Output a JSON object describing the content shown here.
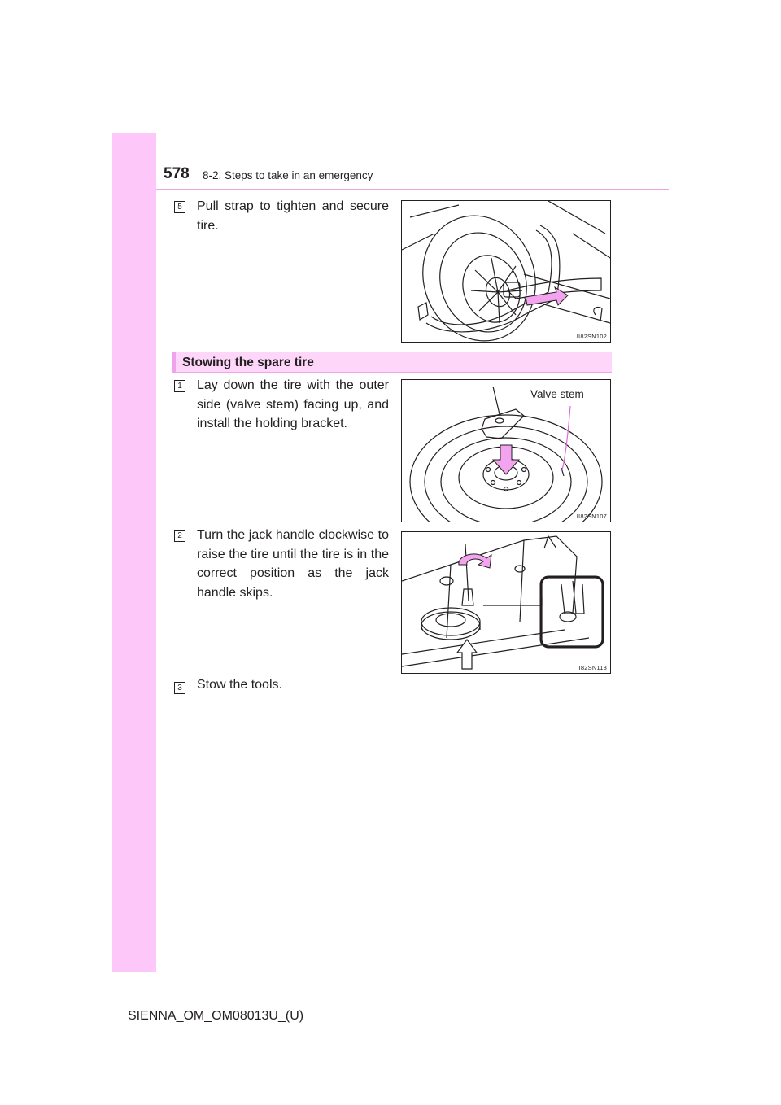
{
  "header": {
    "page_number": "578",
    "section": "8-2. Steps to take in an emergency"
  },
  "steps_top": [
    {
      "number": "5",
      "text": "Pull strap to tighten and secure tire.",
      "figure_code": "II82SN102"
    }
  ],
  "stowing": {
    "title": "Stowing the spare tire",
    "steps": [
      {
        "number": "1",
        "text": "Lay down the tire with the outer side (valve stem) facing up, and install the holding bracket.",
        "figure_code": "II82SN107",
        "callout": "Valve stem"
      },
      {
        "number": "2",
        "text": "Turn the jack handle clockwise to raise the tire until the tire is in the correct position as the jack handle skips.",
        "figure_code": "II82SN113"
      },
      {
        "number": "3",
        "text": "Stow the tools."
      }
    ]
  },
  "footer": {
    "doc_id": "SIENNA_OM_OM08013U_(U)"
  },
  "colors": {
    "sidebar": "#fdc7f9",
    "band": "#fdd6fa",
    "accent_line": "#f0a3ec",
    "arrow": "#f2a5ee"
  }
}
